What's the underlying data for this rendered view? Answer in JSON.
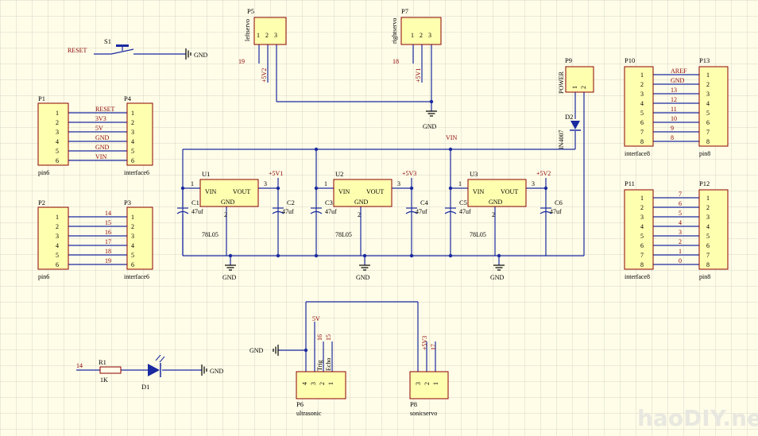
{
  "watermark": "haoDIY.net",
  "connectors": {
    "P5": {
      "ref": "P5",
      "name": "leftservo",
      "pins": [
        "1",
        "2",
        "3"
      ],
      "sig": [
        "19",
        "+5V2"
      ]
    },
    "P7": {
      "ref": "P7",
      "name": "rightservo",
      "pins": [
        "1",
        "2",
        "3"
      ],
      "sig": [
        "18",
        "+5V1"
      ]
    },
    "P9": {
      "ref": "P9",
      "name": "POWER",
      "pins": [
        "1",
        "2"
      ]
    },
    "P1": {
      "ref": "P1",
      "name": "pin6",
      "pins": [
        "1",
        "2",
        "3",
        "4",
        "5",
        "6"
      ]
    },
    "P4": {
      "ref": "P4",
      "name": "interface6",
      "pins": [
        "1",
        "2",
        "3",
        "4",
        "5",
        "6"
      ]
    },
    "P2": {
      "ref": "P2",
      "name": "pin6",
      "pins": [
        "1",
        "2",
        "3",
        "4",
        "5",
        "6"
      ]
    },
    "P3": {
      "ref": "P3",
      "name": "interface6",
      "pins": [
        "1",
        "2",
        "3",
        "4",
        "5",
        "6"
      ]
    },
    "P10": {
      "ref": "P10",
      "name": "interface8",
      "pins": [
        "1",
        "2",
        "3",
        "4",
        "5",
        "6",
        "7",
        "8"
      ]
    },
    "P13": {
      "ref": "P13",
      "name": "pin8",
      "pins": [
        "1",
        "2",
        "3",
        "4",
        "5",
        "6",
        "7",
        "8"
      ]
    },
    "P11": {
      "ref": "P11",
      "name": "interface8",
      "pins": [
        "1",
        "2",
        "3",
        "4",
        "5",
        "6",
        "7",
        "8"
      ]
    },
    "P12": {
      "ref": "P12",
      "name": "pin8",
      "pins": [
        "1",
        "2",
        "3",
        "4",
        "5",
        "6",
        "7",
        "8"
      ]
    },
    "P6": {
      "ref": "P6",
      "name": "ultrasonic",
      "pins": [
        "4",
        "3",
        "2",
        "1"
      ],
      "sig": [
        "5V",
        "16",
        "15",
        "Trig",
        "Echo"
      ]
    },
    "P8": {
      "ref": "P8",
      "name": "sonicservo",
      "pins": [
        "3",
        "2",
        "1"
      ],
      "sig": [
        "+5V3",
        "17"
      ]
    }
  },
  "nets": {
    "p4": [
      "RESET",
      "3V3",
      "5V",
      "GND",
      "GND",
      "VIN"
    ],
    "p3": [
      "14",
      "15",
      "16",
      "17",
      "18",
      "19"
    ],
    "p13": [
      "AREF",
      "GND",
      "13",
      "12",
      "11",
      "10",
      "9",
      "8"
    ],
    "p12": [
      "7",
      "6",
      "5",
      "4",
      "3",
      "2",
      "1",
      "0"
    ]
  },
  "parts": {
    "S1": "S1",
    "RESET": "RESET",
    "GND": "GND",
    "D2": "D2",
    "IN4007": "IN4007",
    "VIN": "VIN",
    "U1": "U1",
    "U2": "U2",
    "U3": "U3",
    "reg": "78L05",
    "C1": "C1",
    "C2": "C2",
    "C3": "C3",
    "C4": "C4",
    "C5": "C5",
    "C6": "C6",
    "cap": "47uf",
    "p5v1": "+5V1",
    "p5v3": "+5V3",
    "p5v2": "+5V2",
    "R1": "R1",
    "R1v": "1K",
    "D1": "D1",
    "n14": "14",
    "VIN_pin": "VIN",
    "VOUT_pin": "VOUT",
    "GND_pin": "GND",
    "pin1": "1",
    "pin2": "2",
    "pin3": "3"
  }
}
